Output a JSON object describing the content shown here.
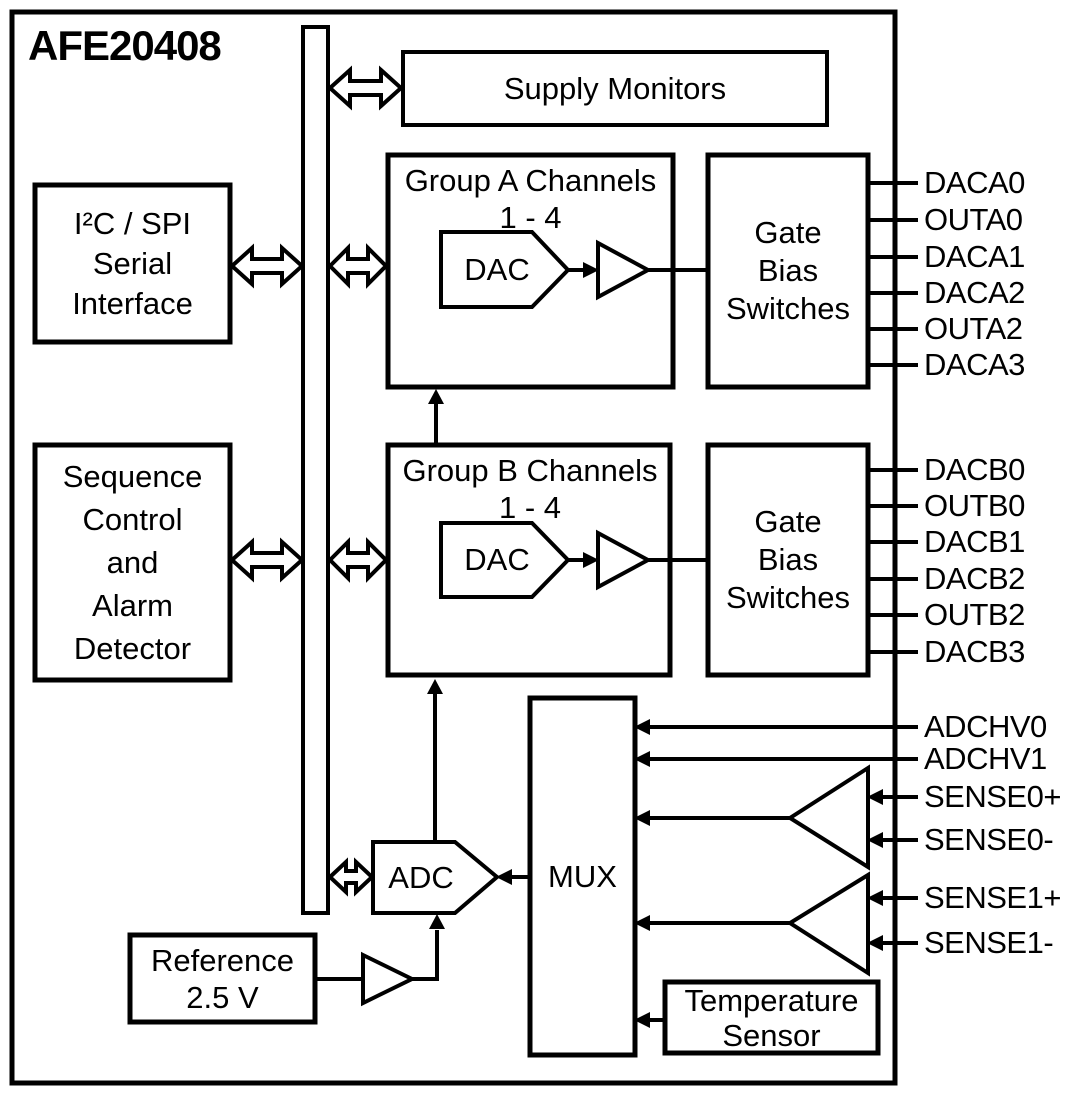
{
  "title": "AFE20408",
  "blocks": {
    "supply_monitors": {
      "label": "Supply Monitors"
    },
    "serial_interface": {
      "lines": [
        "I²C / SPI",
        "Serial",
        "Interface"
      ]
    },
    "sequence_control": {
      "lines": [
        "Sequence",
        "Control",
        "and",
        "Alarm",
        "Detector"
      ]
    },
    "group_a": {
      "lines": [
        "Group A Channels",
        "1 - 4"
      ],
      "dac_label": "DAC"
    },
    "group_b": {
      "lines": [
        "Group B Channels",
        "1 - 4"
      ],
      "dac_label": "DAC"
    },
    "gate_bias_a": {
      "lines": [
        "Gate",
        "Bias",
        "Switches"
      ]
    },
    "gate_bias_b": {
      "lines": [
        "Gate",
        "Bias",
        "Switches"
      ]
    },
    "adc": {
      "label": "ADC"
    },
    "mux": {
      "label": "MUX"
    },
    "reference": {
      "lines": [
        "Reference",
        "2.5 V"
      ]
    },
    "temperature_sensor": {
      "lines": [
        "Temperature",
        "Sensor"
      ]
    }
  },
  "pins": {
    "group_a": [
      "DACA0",
      "OUTA0",
      "DACA1",
      "DACA2",
      "OUTA2",
      "DACA3"
    ],
    "group_b": [
      "DACB0",
      "OUTB0",
      "DACB1",
      "DACB2",
      "OUTB2",
      "DACB3"
    ],
    "analog": [
      "ADCHV0",
      "ADCHV1",
      "SENSE0+",
      "SENSE0-",
      "SENSE1+",
      "SENSE1-"
    ]
  },
  "colors": {
    "line": "#000000",
    "background": "#ffffff"
  }
}
